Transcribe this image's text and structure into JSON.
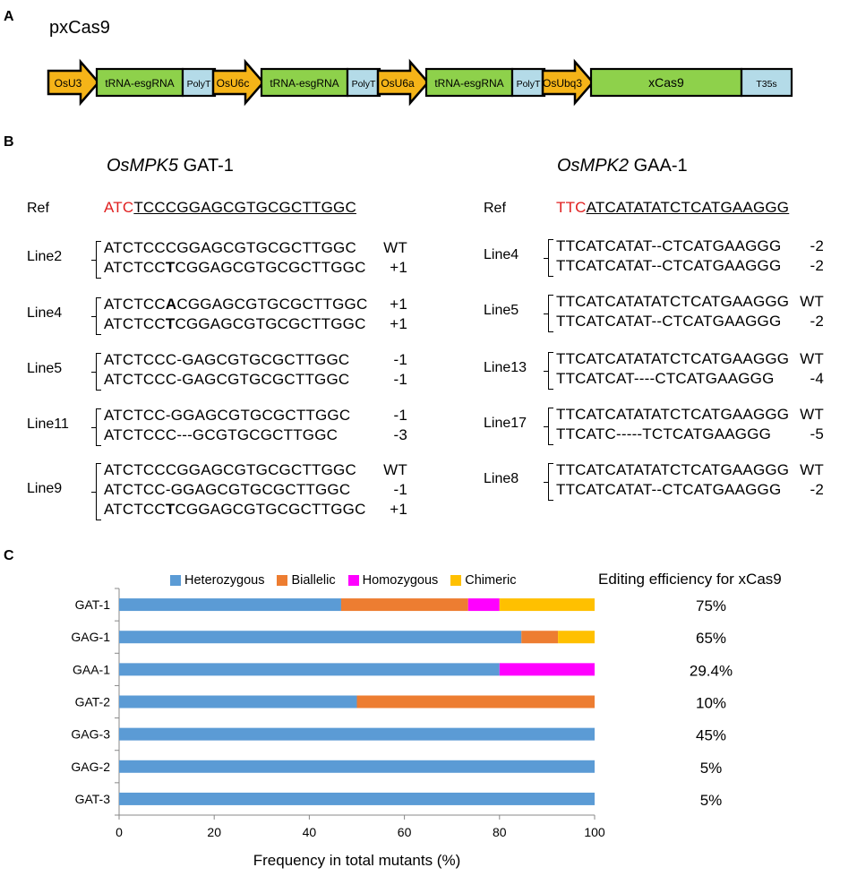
{
  "panels": {
    "a": "A",
    "b": "B",
    "c": "C"
  },
  "construct": {
    "title": "pxCas9",
    "elements": [
      {
        "type": "promoter",
        "label": "OsU3"
      },
      {
        "type": "cassette",
        "label": "tRNA-esgRNA"
      },
      {
        "type": "terminator",
        "label": "PolyT"
      },
      {
        "type": "promoter",
        "label": "OsU6c"
      },
      {
        "type": "cassette",
        "label": "tRNA-esgRNA"
      },
      {
        "type": "terminator",
        "label": "PolyT"
      },
      {
        "type": "promoter",
        "label": "OsU6a"
      },
      {
        "type": "cassette",
        "label": "tRNA-esgRNA"
      },
      {
        "type": "terminator",
        "label": "PolyT"
      },
      {
        "type": "promoter",
        "label": "OsUbq3"
      },
      {
        "type": "gene",
        "label": "xCas9"
      },
      {
        "type": "terminator",
        "label": "T35s"
      }
    ],
    "colors": {
      "promoter": "#f5b418",
      "cassette": "#8ed14b",
      "terminator": "#b4dbe8"
    }
  },
  "alignments": [
    {
      "gene_italic": "OsMPK5",
      "target": " GAT-1",
      "ref_label": "Ref",
      "ref_pam": "ATC",
      "ref_target": "TCCCGGAGCGTGCGCTTGGC",
      "lines": [
        {
          "name": "Line2",
          "seqs": [
            [
              "ATCTCCCGGAGCGTGCGCTTGGC",
              "",
              "",
              "WT"
            ],
            [
              "ATCTCC",
              "T",
              "CGGAGCGTGCGCTTGGC",
              "+1"
            ]
          ]
        },
        {
          "name": "Line4",
          "seqs": [
            [
              "ATCTCC",
              "A",
              "CGGAGCGTGCGCTTGGC",
              "+1"
            ],
            [
              "ATCTCC",
              "T",
              "CGGAGCGTGCGCTTGGC",
              "+1"
            ]
          ]
        },
        {
          "name": "Line5",
          "seqs": [
            [
              "ATCTCCC-GAGCGTGCGCTTGGC",
              "",
              "",
              "-1"
            ],
            [
              "ATCTCCC-GAGCGTGCGCTTGGC",
              "",
              "",
              "-1"
            ]
          ]
        },
        {
          "name": "Line11",
          "seqs": [
            [
              "ATCTCC-GGAGCGTGCGCTTGGC",
              "",
              "",
              "-1"
            ],
            [
              "ATCTCCC---GCGTGCGCTTGGC",
              "",
              "",
              "-3"
            ]
          ]
        },
        {
          "name": "Line9",
          "seqs": [
            [
              "ATCTCCCGGAGCGTGCGCTTGGC",
              "",
              "",
              "WT"
            ],
            [
              "ATCTCC-GGAGCGTGCGCTTGGC",
              "",
              "",
              "-1"
            ],
            [
              "ATCTCC",
              "T",
              "CGGAGCGTGCGCTTGGC",
              "+1"
            ]
          ]
        }
      ]
    },
    {
      "gene_italic": "OsMPK2",
      "target": " GAA-1",
      "ref_label": "Ref",
      "ref_pam": "TTC",
      "ref_target": "ATCATATATCTCATGAAGGG",
      "lines": [
        {
          "name": "Line4",
          "seqs": [
            [
              "TTCATCATAT--CTCATGAAGGG",
              "",
              "",
              "-2"
            ],
            [
              "TTCATCATAT--CTCATGAAGGG",
              "",
              "",
              "-2"
            ]
          ]
        },
        {
          "name": "Line5",
          "seqs": [
            [
              "TTCATCATATATCTCATGAAGGG",
              "",
              "",
              "WT"
            ],
            [
              "TTCATCATAT--CTCATGAAGGG",
              "",
              "",
              "-2"
            ]
          ]
        },
        {
          "name": "Line13",
          "seqs": [
            [
              "TTCATCATATATCTCATGAAGGG",
              "",
              "",
              "WT"
            ],
            [
              "TTCATCAT----CTCATGAAGGG",
              "",
              "",
              "-4"
            ]
          ]
        },
        {
          "name": "Line17",
          "seqs": [
            [
              "TTCATCATATATCTCATGAAGGG",
              "",
              "",
              "WT"
            ],
            [
              "TTCATC-----TCTCATGAAGGG",
              "",
              "",
              "-5"
            ]
          ]
        },
        {
          "name": "Line8",
          "seqs": [
            [
              "TTCATCATATATCTCATGAAGGG",
              "",
              "",
              "WT"
            ],
            [
              "TTCATCATAT--CTCATGAAGGG",
              "",
              "",
              "-2"
            ]
          ]
        }
      ]
    }
  ],
  "chart_data": {
    "type": "bar",
    "orientation": "horizontal",
    "stacked": true,
    "categories": [
      "GAT-1",
      "GAG-1",
      "GAA-1",
      "GAT-2",
      "GAG-3",
      "GAG-2",
      "GAT-3"
    ],
    "series": [
      {
        "name": "Heterozygous",
        "color": "#5b9bd5",
        "values": [
          46.7,
          84.6,
          80,
          50,
          100,
          100,
          100
        ]
      },
      {
        "name": "Biallelic",
        "color": "#ed7d31",
        "values": [
          26.7,
          7.7,
          0,
          50,
          0,
          0,
          0
        ]
      },
      {
        "name": "Homozygous",
        "color": "#ff00ff",
        "values": [
          6.6,
          0,
          20,
          0,
          0,
          0,
          0
        ]
      },
      {
        "name": "Chimeric",
        "color": "#ffc000",
        "values": [
          20,
          7.7,
          0,
          0,
          0,
          0,
          0
        ]
      }
    ],
    "xlabel": "Frequency in total mutants (%)",
    "xlim": [
      0,
      100
    ],
    "xticks": [
      "0",
      "20",
      "40",
      "60",
      "80",
      "100"
    ],
    "legend_position": "top",
    "efficiency_header": "Editing efficiency for xCas9",
    "efficiencies": [
      "75%",
      "65%",
      "29.4%",
      "10%",
      "45%",
      "5%",
      "5%"
    ]
  }
}
